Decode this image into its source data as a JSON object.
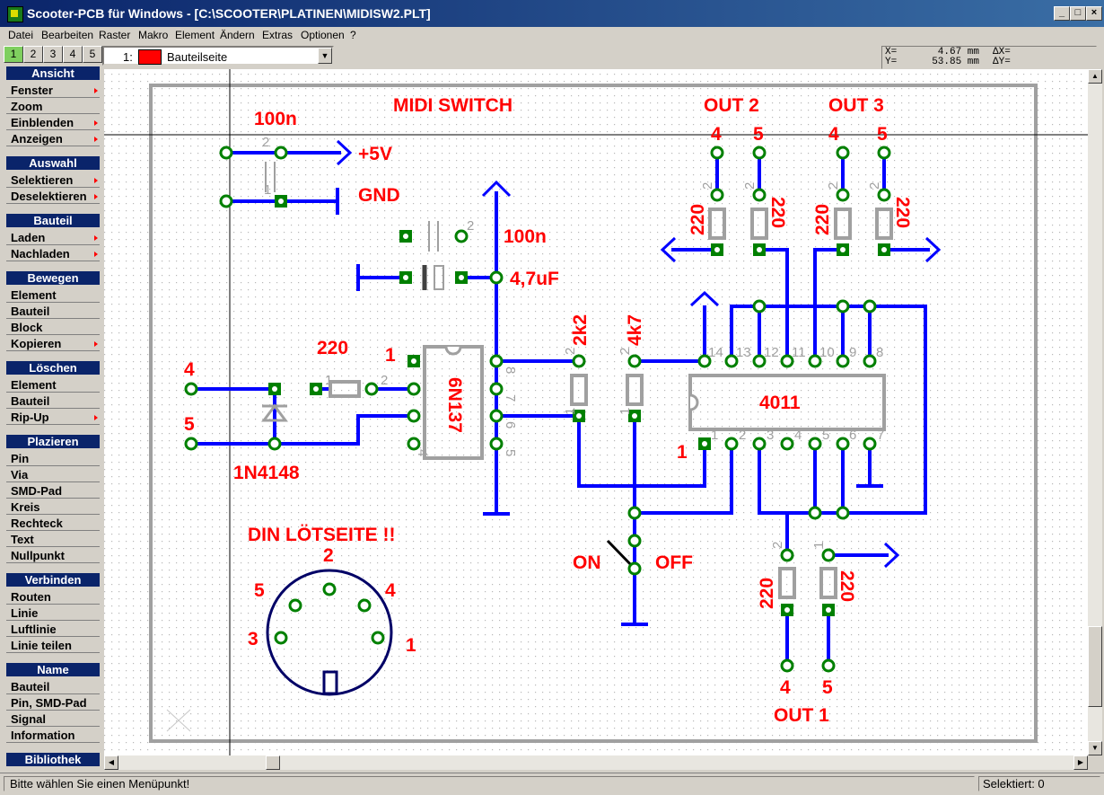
{
  "window": {
    "title": "Scooter-PCB für Windows - [C:\\SCOOTER\\PLATINEN\\MIDISW2.PLT]",
    "controls": {
      "minimize": "_",
      "restore": "□",
      "close": "×"
    }
  },
  "menu": [
    "Datei",
    "Bearbeiten",
    "Raster",
    "Makro",
    "Element",
    "Ändern",
    "Extras",
    "Optionen",
    "?"
  ],
  "layer_tabs": [
    "1",
    "2",
    "3",
    "4",
    "5"
  ],
  "layer_select": {
    "number": "1:",
    "color": "#ff0000",
    "name": "Bauteilseite"
  },
  "coords": {
    "x_label": "X=",
    "x_value": "4.67 mm",
    "y_label": "Y=",
    "y_value": "53.85 mm",
    "dx_label": "ΔX=",
    "dy_label": "ΔY="
  },
  "sidebar": [
    {
      "header": "Ansicht",
      "items": [
        {
          "label": "Fenster",
          "submenu": true
        },
        {
          "label": "Zoom",
          "submenu": false
        },
        {
          "label": "Einblenden",
          "submenu": true
        },
        {
          "label": "Anzeigen",
          "submenu": true
        }
      ]
    },
    {
      "header": "Auswahl",
      "items": [
        {
          "label": "Selektieren",
          "submenu": true
        },
        {
          "label": "Deselektieren",
          "submenu": true
        }
      ]
    },
    {
      "header": "Bauteil",
      "items": [
        {
          "label": "Laden",
          "submenu": true
        },
        {
          "label": "Nachladen",
          "submenu": true
        }
      ]
    },
    {
      "header": "Bewegen",
      "items": [
        {
          "label": "Element",
          "submenu": false
        },
        {
          "label": "Bauteil",
          "submenu": false
        },
        {
          "label": "Block",
          "submenu": false
        },
        {
          "label": "Kopieren",
          "submenu": true
        }
      ]
    },
    {
      "header": "Löschen",
      "items": [
        {
          "label": "Element",
          "submenu": false
        },
        {
          "label": "Bauteil",
          "submenu": false
        },
        {
          "label": "Rip-Up",
          "submenu": true
        }
      ]
    },
    {
      "header": "Plazieren",
      "items": [
        {
          "label": "Pin",
          "submenu": false
        },
        {
          "label": "Via",
          "submenu": false
        },
        {
          "label": "SMD-Pad",
          "submenu": false
        },
        {
          "label": "Kreis",
          "submenu": false
        },
        {
          "label": "Rechteck",
          "submenu": false
        },
        {
          "label": "Text",
          "submenu": false
        },
        {
          "label": "Nullpunkt",
          "submenu": false
        }
      ]
    },
    {
      "header": "Verbinden",
      "items": [
        {
          "label": "Routen",
          "submenu": false
        },
        {
          "label": "Linie",
          "submenu": false
        },
        {
          "label": "Luftlinie",
          "submenu": false
        },
        {
          "label": "Linie teilen",
          "submenu": false
        }
      ]
    },
    {
      "header": "Name",
      "items": [
        {
          "label": "Bauteil",
          "submenu": false
        },
        {
          "label": "Pin, SMD-Pad",
          "submenu": false
        },
        {
          "label": "Signal",
          "submenu": false
        },
        {
          "label": "Information",
          "submenu": false
        }
      ]
    },
    {
      "header": "Bibliothek",
      "items": []
    }
  ],
  "schematic": {
    "labels": {
      "title": "MIDI SWITCH",
      "out1": "OUT 1",
      "out2": "OUT 2",
      "out3": "OUT 3",
      "vcc": "+5V",
      "gnd": "GND",
      "c100n_a": "100n",
      "c100n_b": "100n",
      "c47uf": "4,7uF",
      "r220_in": "220",
      "r2k2": "2k2",
      "r4k7": "4k7",
      "ic_opto": "6N137",
      "ic_gate": "4011",
      "diode": "1N4148",
      "din": "DIN LÖTSEITE !!",
      "on": "ON",
      "off": "OFF",
      "r220_o2a": "220",
      "r220_o2b": "220",
      "r220_o3a": "220",
      "r220_o3b": "220",
      "r220_o1a": "220",
      "r220_o1b": "220",
      "o2_pin4": "4",
      "o2_pin5": "5",
      "o3_pin4": "4",
      "o3_pin5": "5",
      "o1_pin4": "4",
      "o1_pin5": "5",
      "in_pin4": "4",
      "in_pin5": "5",
      "opto_pin1": "1",
      "gate_pin1": "1",
      "din_pin1": "1",
      "din_pin2": "2",
      "din_pin3": "3",
      "din_pin4": "4",
      "din_pin5": "5"
    },
    "pin_numbers": {
      "n14": "14",
      "n13": "13",
      "n12": "12",
      "n11": "11",
      "n10": "10",
      "n9": "9",
      "n8": "8",
      "b1": "1",
      "b2": "2",
      "b3": "3",
      "b4": "4",
      "b5": "5",
      "b6": "6",
      "b7": "7",
      "o8": "8",
      "o7": "7",
      "o6": "6",
      "o5": "5",
      "o4": "4",
      "p2a": "2",
      "p2b": "2",
      "p2c": "2",
      "p2d": "2",
      "p2e": "2",
      "p2f": "2",
      "p2g": "2",
      "p2h": "2",
      "p2i": "2",
      "p2j": "2",
      "p1a": "1",
      "p1b": "1",
      "p1c": "1",
      "p1d": "1",
      "p1e": "1"
    }
  },
  "status": {
    "message": "Bitte wählen Sie einen Menüpunkt!",
    "selected": "Selektiert: 0"
  }
}
